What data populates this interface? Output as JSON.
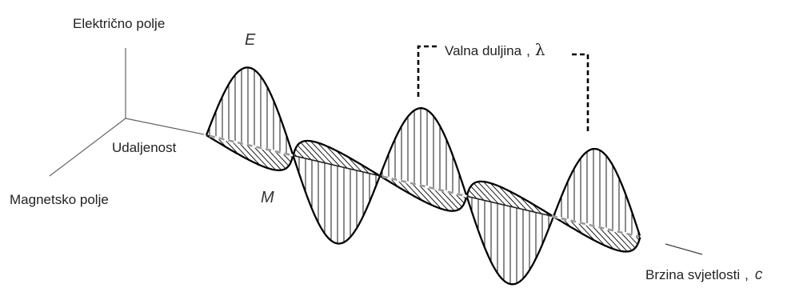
{
  "labels": {
    "electric_axis": "Električno polje",
    "magnetic_axis": "Magnetsko polje",
    "distance": "Udaljenost",
    "wavelength": "Valna duljina",
    "lambda_symbol": "λ",
    "speed_of_light": "Brzina svjetlosti",
    "speed_symbol": "c",
    "e_symbol": "E",
    "m_symbol": "M",
    "comma": ","
  },
  "colors": {
    "stroke": "#000000",
    "text": "#222222",
    "axis": "#555555",
    "dashed_axis": "#999999"
  }
}
